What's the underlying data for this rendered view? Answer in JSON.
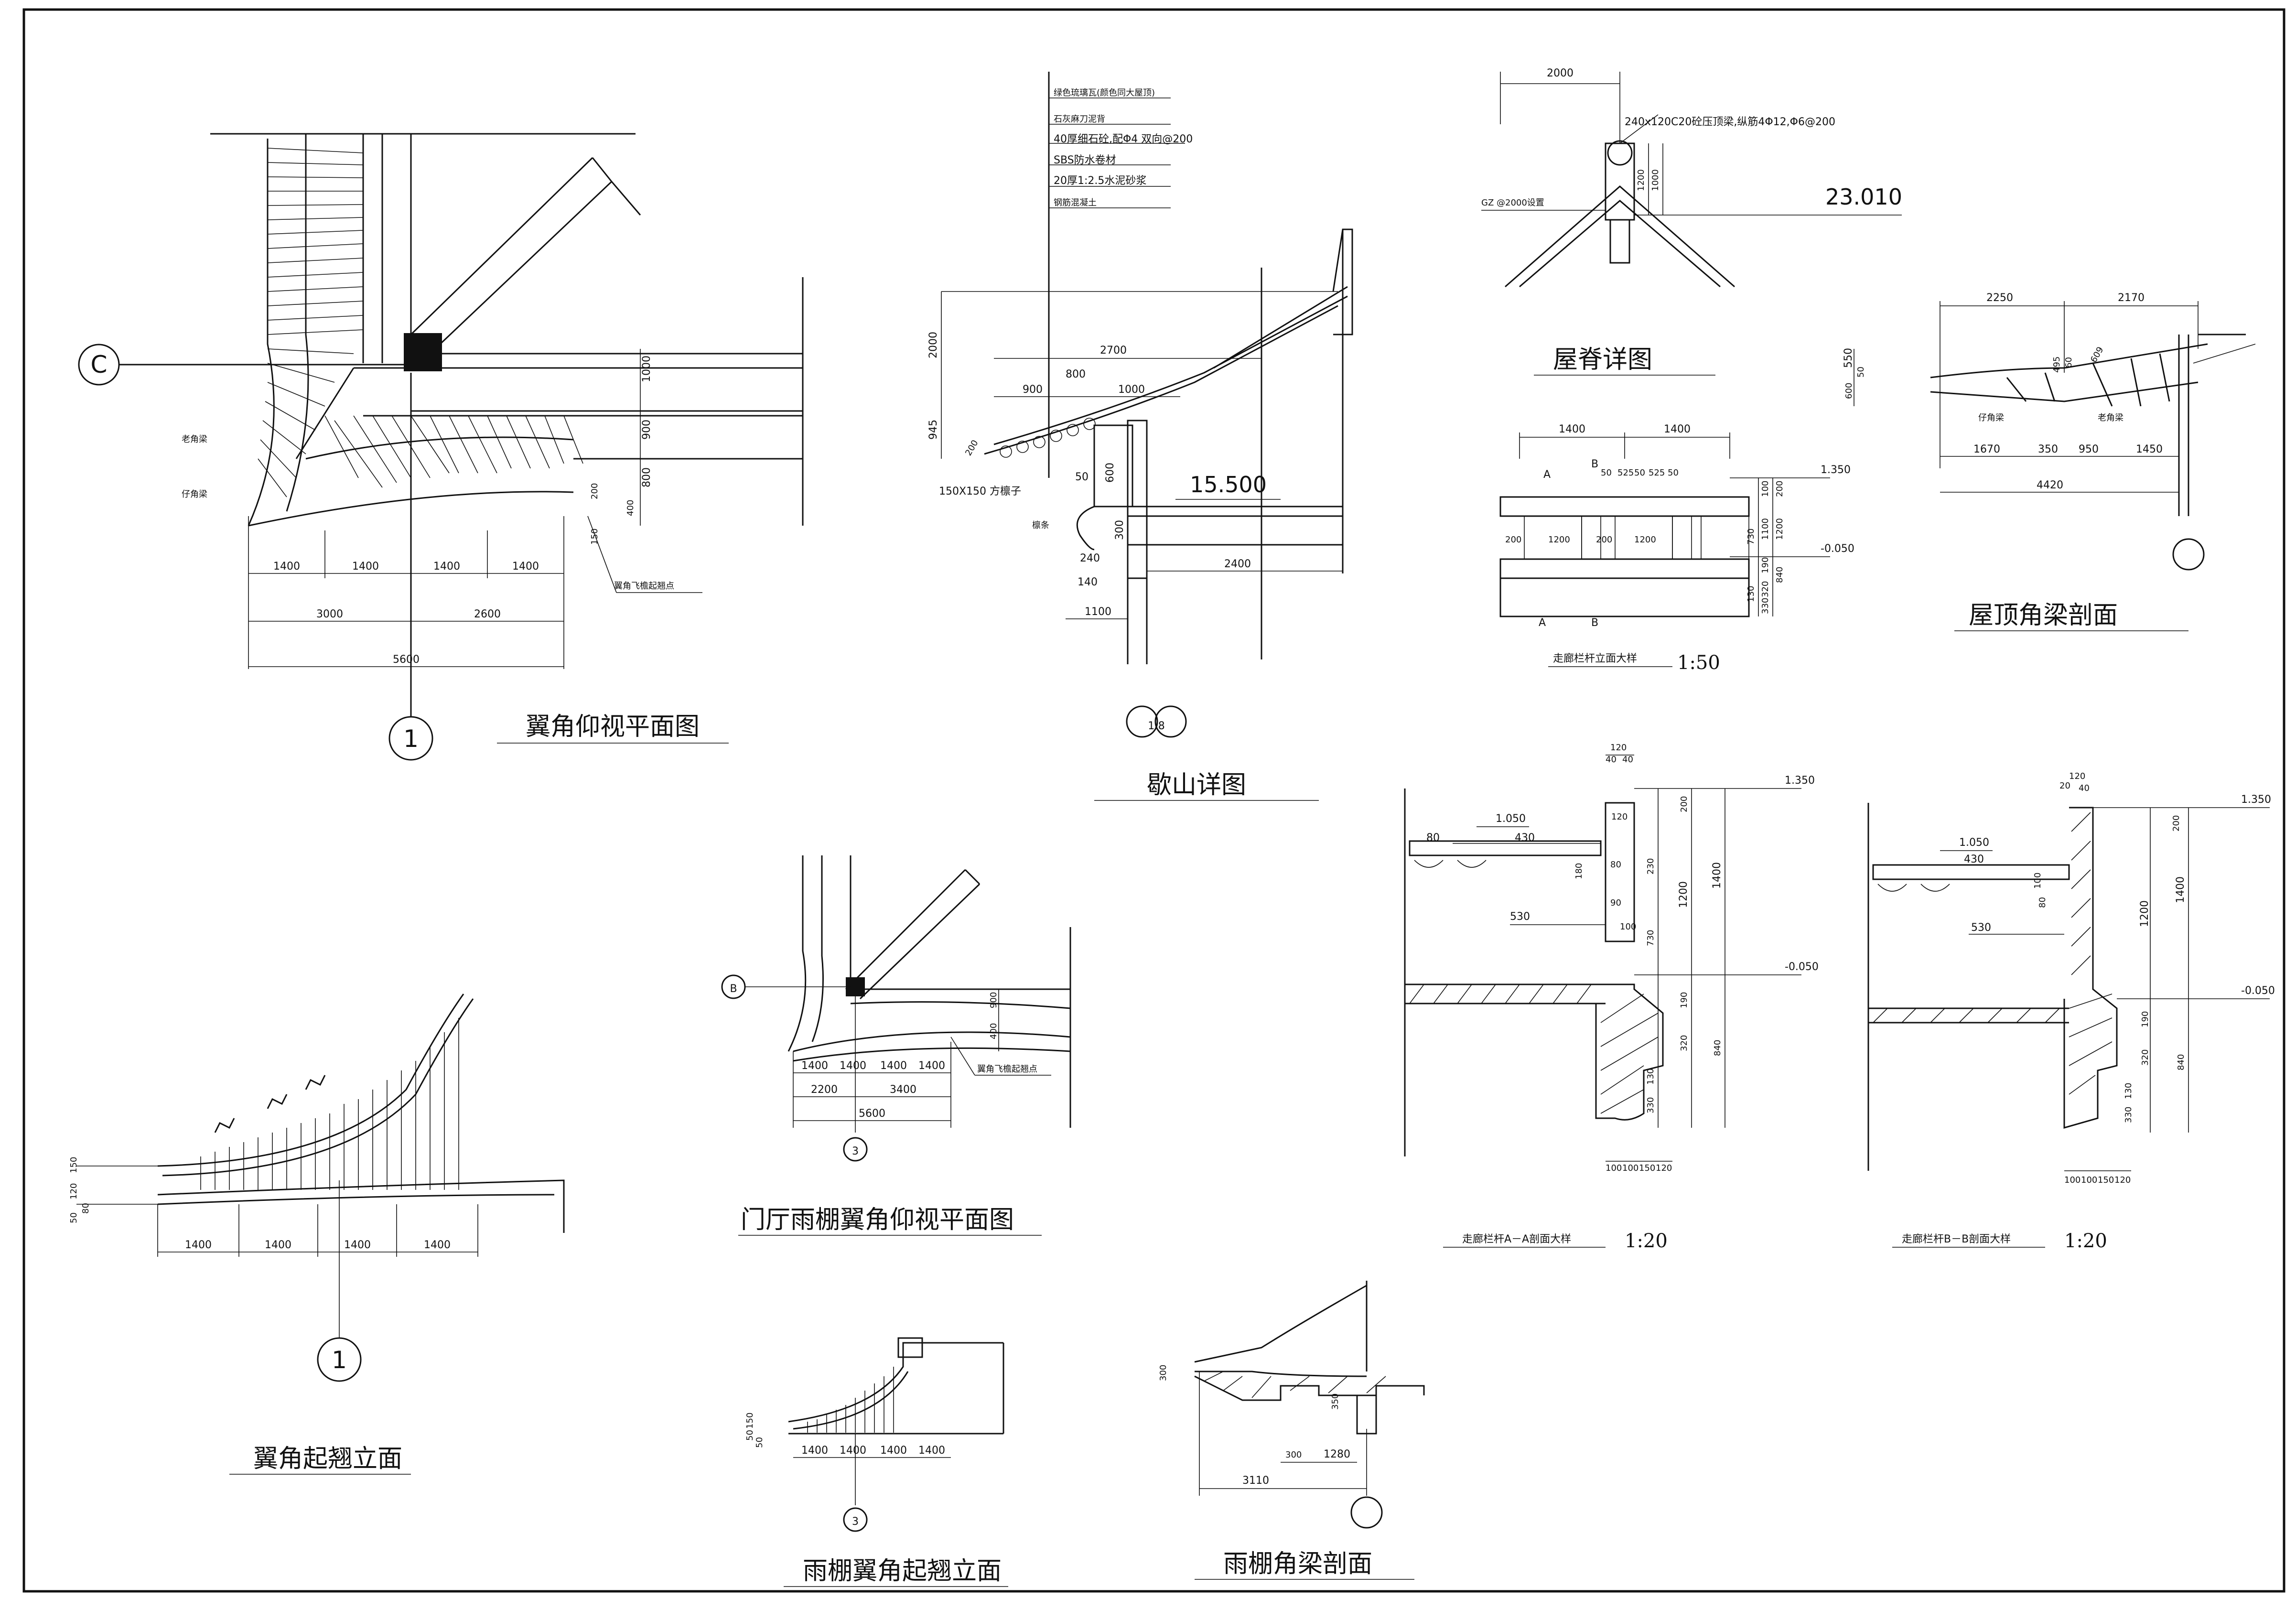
{
  "titles": {
    "wing_plan": "翼角仰视平面图",
    "gable": "歇山详图",
    "ridge": "屋脊详图",
    "roof_beam": "屋顶角梁剖面",
    "railing_elev": "走廊栏杆立面大样",
    "railing_elev_scale": "1:50",
    "wing_elev": "翼角起翘立面",
    "canopy_plan": "门厅雨棚翼角仰视平面图",
    "section_aa": "走廊栏杆A－A剖面大样",
    "section_aa_scale": "1:20",
    "section_bb": "走廊栏杆B－B剖面大样",
    "section_bb_scale": "1:20",
    "canopy_elev": "雨棚翼角起翘立面",
    "canopy_beam": "雨棚角梁剖面"
  },
  "axes": {
    "c": "C",
    "one": "1",
    "b": "B",
    "three": "3",
    "one_eight": "1/8"
  },
  "wing_plan": {
    "dims_top": [
      "1400",
      "1400",
      "1400",
      "1400"
    ],
    "dims_mid": [
      "3000",
      "2600"
    ],
    "dims_total": "5600",
    "dims_right": [
      "1000",
      "900",
      "800",
      "200",
      "400",
      "150"
    ],
    "note_a": "老角梁",
    "note_b": "仔角梁",
    "note_c": "翼角飞檐起翘点"
  },
  "gable": {
    "notes": [
      "绿色琉璃瓦(颜色同大屋顶)",
      "石灰麻刀泥背",
      "40厚细石砼,配Φ4 双向@200",
      "SBS防水卷材",
      "20厚1:2.5水泥砂浆",
      "钢筋混凝土"
    ],
    "dims": [
      "2000",
      "945",
      "2700",
      "900",
      "800",
      "1000",
      "50",
      "600",
      "300",
      "240",
      "140",
      "1100",
      "2400",
      "200"
    ],
    "purlin": "150X150 方檩子",
    "elevation": "15.500",
    "label_left": "檩条"
  },
  "ridge": {
    "width": "2000",
    "beam_note": "240x120C20砼压顶梁,纵筋4Φ12,Φ6@200",
    "gz_note": "GZ @2000设置",
    "h1": "1200",
    "h2": "1000",
    "elevation": "23.010"
  },
  "roof_beam": {
    "dims_top": [
      "2250",
      "2170"
    ],
    "dims_bot": [
      "1670",
      "350",
      "950",
      "1450"
    ],
    "total": "4420",
    "dims_v": [
      "550",
      "495",
      "60",
      "600",
      "50",
      "609"
    ],
    "note_a": "老角梁",
    "note_b": "仔角梁"
  },
  "railing_elev": {
    "dims_top": [
      "1400",
      "1400"
    ],
    "dims_sub": [
      "50",
      "525",
      "50",
      "525",
      "50"
    ],
    "dims_row": [
      "200",
      "1200",
      "200",
      "1200"
    ],
    "elev_top": "1.350",
    "elev_bot": "-0.050",
    "dims_v": [
      "100",
      "200",
      "1100",
      "1200",
      "190",
      "840",
      "320",
      "130",
      "330",
      "730"
    ],
    "marks": [
      "A",
      "B",
      "A",
      "B"
    ]
  },
  "section_aa": {
    "dims_top": [
      "120",
      "40",
      "40"
    ],
    "elev_a": "1.050",
    "elev_top": "1.350",
    "elev_bot": "-0.050",
    "dims": [
      "430",
      "80",
      "80",
      "530",
      "120",
      "180",
      "200",
      "1400",
      "1200",
      "230",
      "730",
      "190",
      "320",
      "840",
      "130",
      "330",
      "90",
      "100"
    ],
    "dims_bot": [
      "100",
      "100",
      "150",
      "120"
    ]
  },
  "section_bb": {
    "dims_top": [
      "20",
      "120",
      "40"
    ],
    "elev_a": "1.050",
    "elev_top": "1.350",
    "elev_bot": "-0.050",
    "dims": [
      "430",
      "100",
      "80",
      "530",
      "200",
      "1400",
      "1200",
      "190",
      "320",
      "840",
      "130",
      "330"
    ],
    "dims_bot": [
      "100",
      "100",
      "150",
      "120"
    ]
  },
  "wing_elev": {
    "dims": [
      "1400",
      "1400",
      "1400",
      "1400"
    ],
    "dims_v": [
      "150",
      "120",
      "50",
      "80"
    ]
  },
  "canopy_plan": {
    "dims_top": [
      "1400",
      "1400",
      "1400",
      "1400"
    ],
    "dims_mid": [
      "2200",
      "3400"
    ],
    "total": "5600",
    "dims_v": [
      "900",
      "400"
    ],
    "note": "翼角飞檐起翘点"
  },
  "canopy_elev": {
    "dims": [
      "1400",
      "1400",
      "1400",
      "1400"
    ],
    "dims_v": [
      "50",
      "150",
      "50"
    ]
  },
  "canopy_beam": {
    "dims": [
      "300",
      "350",
      "300",
      "1280"
    ],
    "total": "3110"
  }
}
